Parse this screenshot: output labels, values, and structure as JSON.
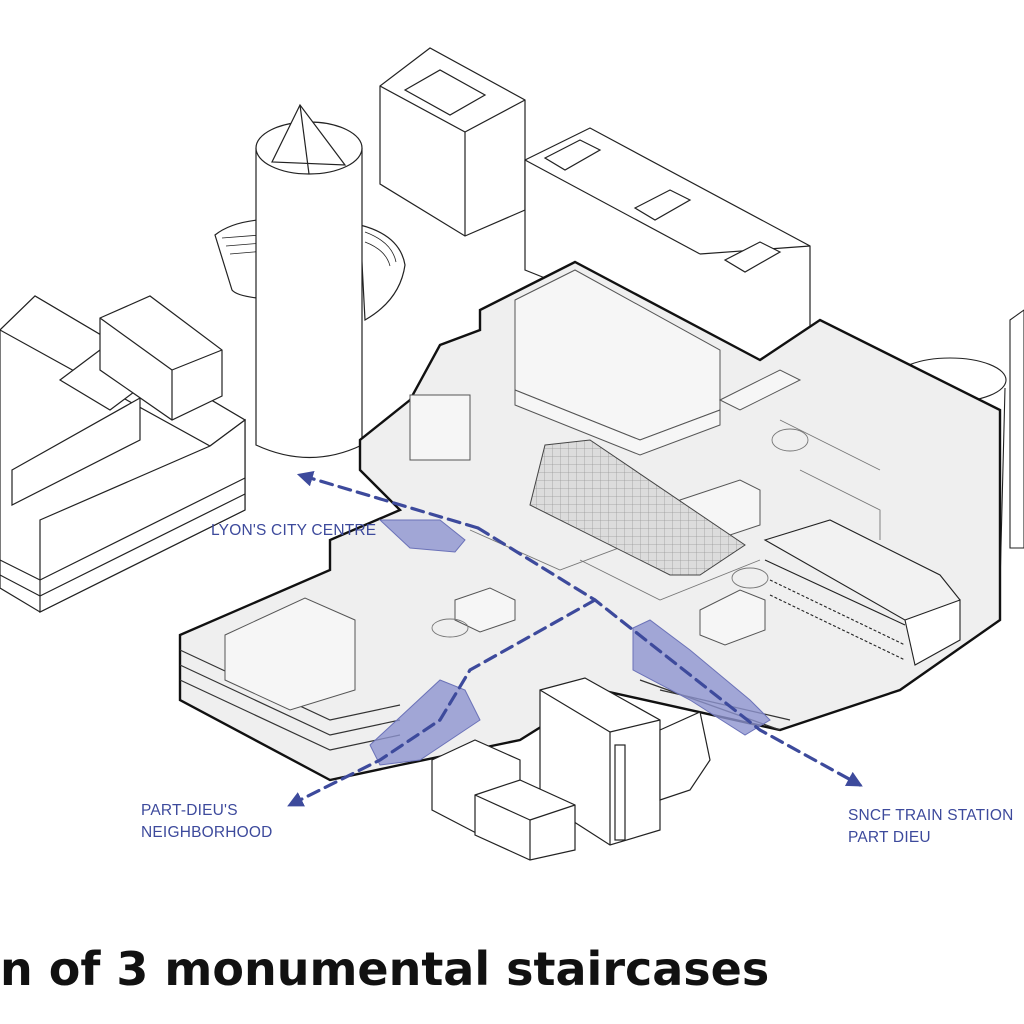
{
  "labels": {
    "city_centre": "LYON'S CITY CENTRE",
    "neighborhood_line1": "PART-DIEU'S",
    "neighborhood_line2": "NEIGHBORHOOD",
    "station_line1": "SNCF TRAIN STATION",
    "station_line2": "PART DIEU"
  },
  "caption": "n of 3 monumental staircases",
  "colors": {
    "accent": "#3d4a9c",
    "staircase_fill": "#8d94d0",
    "platform_fill": "#efefef",
    "line": "#222222"
  }
}
